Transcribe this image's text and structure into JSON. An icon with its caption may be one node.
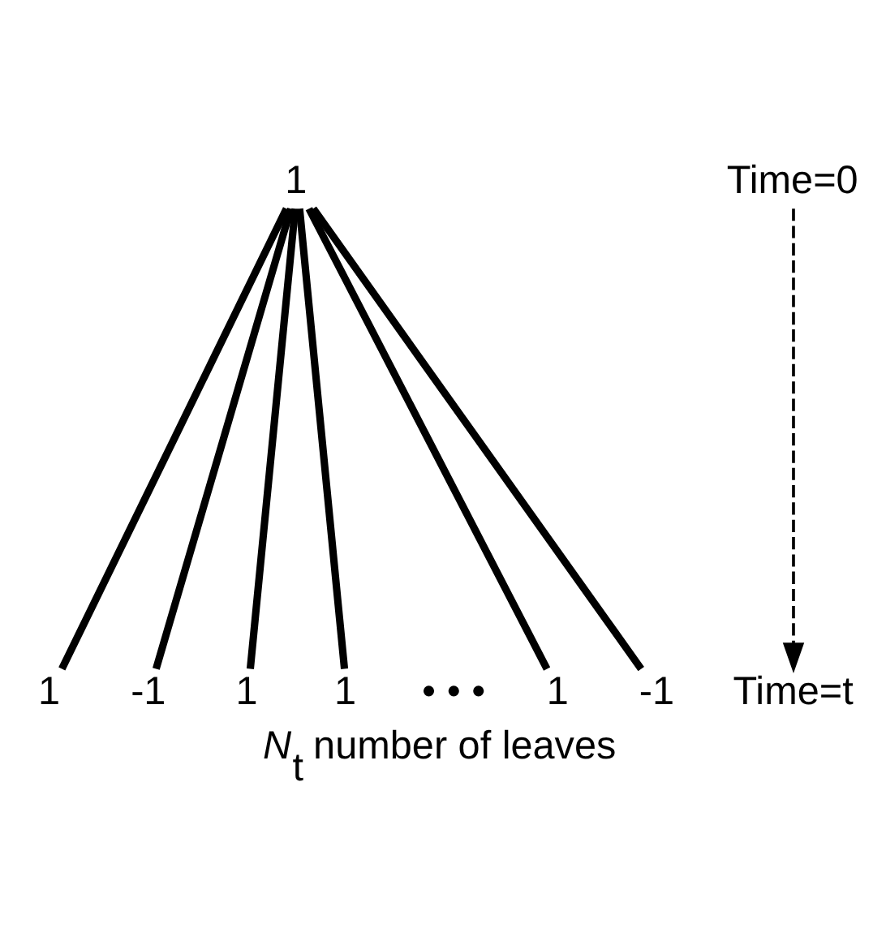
{
  "diagram": {
    "caption": "*N*$_{t}$ number of leaves",
    "nodes": [
      {
        "text": [
          "1"
        ]
      },
      {
        "text": [
          "1"
        ]
      },
      {
        "text": [
          "-1"
        ]
      },
      {
        "text": [
          "1"
        ]
      },
      {
        "text": [
          "1"
        ]
      },
      {
        "text": [
          "1"
        ]
      },
      {
        "text": [
          "-1"
        ]
      },
      {
        "text": [
          "Time=0"
        ]
      },
      {
        "text": [
          "Time=t"
        ]
      }
    ],
    "edges": [
      {
        "from": 0,
        "to": 1,
        "arrow": "none"
      },
      {
        "from": 0,
        "to": 2,
        "arrow": "none"
      },
      {
        "from": 0,
        "to": 3,
        "arrow": "none"
      },
      {
        "from": 0,
        "to": 4,
        "arrow": "none"
      },
      {
        "from": 0,
        "to": 5,
        "arrow": "none"
      },
      {
        "from": 0,
        "to": 6,
        "arrow": "none"
      },
      {
        "from": 7,
        "to": 8,
        "arrow": "to",
        "style": "dashed"
      }
    ],
    "labels": [
      "• • •"
    ]
  }
}
